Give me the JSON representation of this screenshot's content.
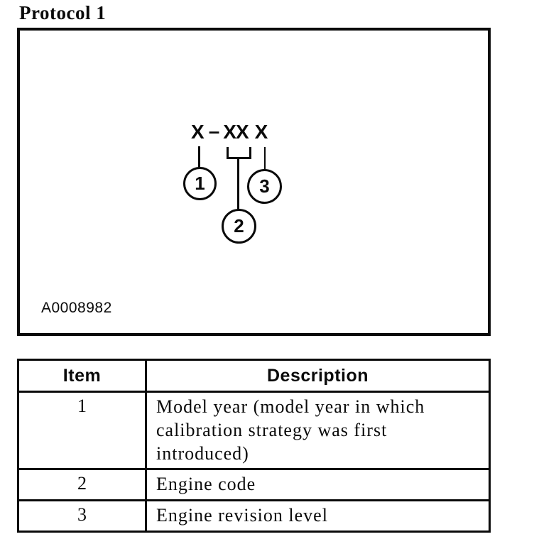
{
  "page": {
    "title": "Protocol 1"
  },
  "colors": {
    "ink": "#0a0a0a",
    "paper": "#ffffff"
  },
  "figure": {
    "code": {
      "first": "X",
      "dash": "–",
      "middle": "XX",
      "last": "X"
    },
    "callouts": [
      {
        "label": "1"
      },
      {
        "label": "2"
      },
      {
        "label": "3"
      }
    ],
    "figure_ref": "A0008982"
  },
  "table": {
    "headers": {
      "item": "Item",
      "description": "Description"
    },
    "rows": [
      {
        "item": "1",
        "description_lines": [
          "Model year (model year in which",
          "calibration strategy was first",
          "introduced)"
        ]
      },
      {
        "item": "2",
        "description_lines": [
          "Engine code"
        ]
      },
      {
        "item": "3",
        "description_lines": [
          "Engine revision level"
        ]
      }
    ]
  }
}
